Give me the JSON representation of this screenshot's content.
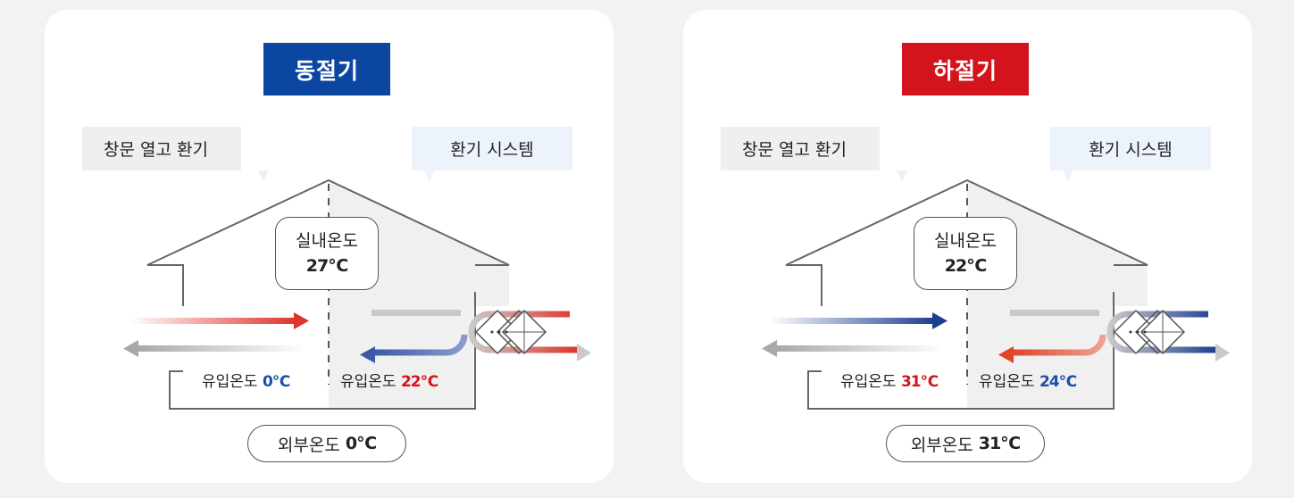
{
  "colors": {
    "winter": "#0b47a1",
    "summer": "#d4141c",
    "cold_value": "#1c4fa8",
    "warm_value": "#d4141c",
    "hot_arrow": "#e0332a",
    "cold_arrow": "#1e3f91",
    "gray_arrow": "#b5b5b5",
    "shade": "#f0f0f0"
  },
  "panels": [
    {
      "season": "동절기",
      "season_color": "#0b47a1",
      "window_label": "창문 열고 환기",
      "system_label": "환기 시스템",
      "indoor_label": "실내온도",
      "indoor_value": "27℃",
      "inflow_left_label": "유입온도",
      "inflow_left_value": "0℃",
      "inflow_left_color": "#1c4fa8",
      "inflow_right_label": "유입온도",
      "inflow_right_value": "22℃",
      "inflow_right_color": "#d4141c",
      "outdoor_label": "외부온도",
      "outdoor_value": "0℃"
    },
    {
      "season": "하절기",
      "season_color": "#d4141c",
      "window_label": "창문 열고 환기",
      "system_label": "환기 시스템",
      "indoor_label": "실내온도",
      "indoor_value": "22℃",
      "inflow_left_label": "유입온도",
      "inflow_left_value": "31℃",
      "inflow_left_color": "#d4141c",
      "inflow_right_label": "유입온도",
      "inflow_right_value": "24℃",
      "inflow_right_color": "#1c4fa8",
      "outdoor_label": "외부온도",
      "outdoor_value": "31℃"
    }
  ]
}
